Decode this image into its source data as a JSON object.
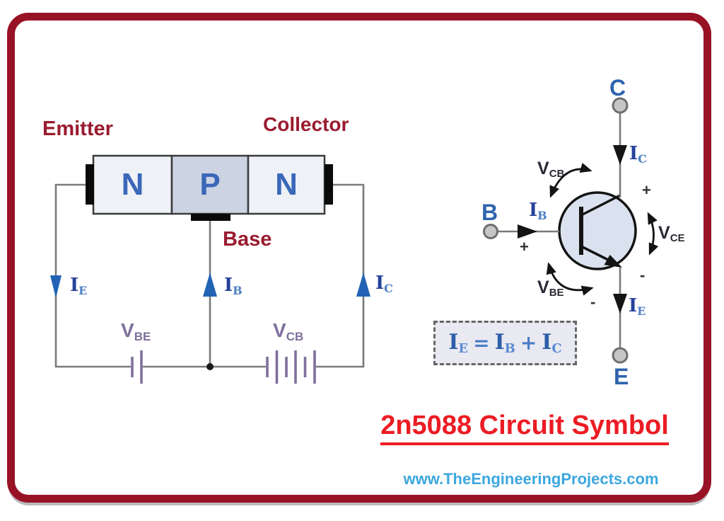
{
  "colors": {
    "frame": "#981226",
    "title_red": "#ec1c24",
    "website_blue": "#3ca7df",
    "label_maroon": "#9a1b2f",
    "region_letter_blue": "#3a67b8",
    "current_arrow_blue": "#2263b5",
    "current_label_navy": "#25429a",
    "current_sub_blue": "#4d7fc4",
    "voltage_purple": "#7e6f9c",
    "voltage_dark": "#2a2a35",
    "wire_gray": "#7a7a7a",
    "symbol_fill": "#dbe2ef",
    "terminal_blue": "#2e64ae",
    "n_fill": "#eef1f6",
    "p_fill": "#ccd3e2",
    "eq_fill": "#e9e9f2"
  },
  "left_diagram": {
    "emitter_label": "Emitter",
    "collector_label": "Collector",
    "base_label": "Base",
    "regions": [
      {
        "letter": "N"
      },
      {
        "letter": "P"
      },
      {
        "letter": "N"
      }
    ],
    "currents": {
      "ie": {
        "main": "I",
        "sub": "E"
      },
      "ib": {
        "main": "I",
        "sub": "B"
      },
      "ic": {
        "main": "I",
        "sub": "C"
      }
    },
    "voltages": {
      "vbe": {
        "main": "V",
        "sub": "BE"
      },
      "vcb": {
        "main": "V",
        "sub": "CB"
      }
    }
  },
  "right_diagram": {
    "terminals": {
      "collector": "C",
      "base": "B",
      "emitter": "E"
    },
    "currents": {
      "ic": {
        "main": "I",
        "sub": "C"
      },
      "ib": {
        "main": "I",
        "sub": "B"
      },
      "ie": {
        "main": "I",
        "sub": "E"
      }
    },
    "voltages": {
      "vcb": {
        "main": "V",
        "sub": "CB"
      },
      "vce": {
        "main": "V",
        "sub": "CE"
      },
      "vbe": {
        "main": "V",
        "sub": "BE"
      }
    },
    "polarity": {
      "plus": "+",
      "minus": "-"
    },
    "equation": {
      "lhs": {
        "main": "I",
        "sub": "E"
      },
      "equals": "=",
      "rhs1": {
        "main": "I",
        "sub": "B"
      },
      "plus": "+",
      "rhs2": {
        "main": "I",
        "sub": "C"
      }
    }
  },
  "footer": {
    "title": "2n5088 Circuit Symbol",
    "website": "www.TheEngineeringProjects.com"
  }
}
